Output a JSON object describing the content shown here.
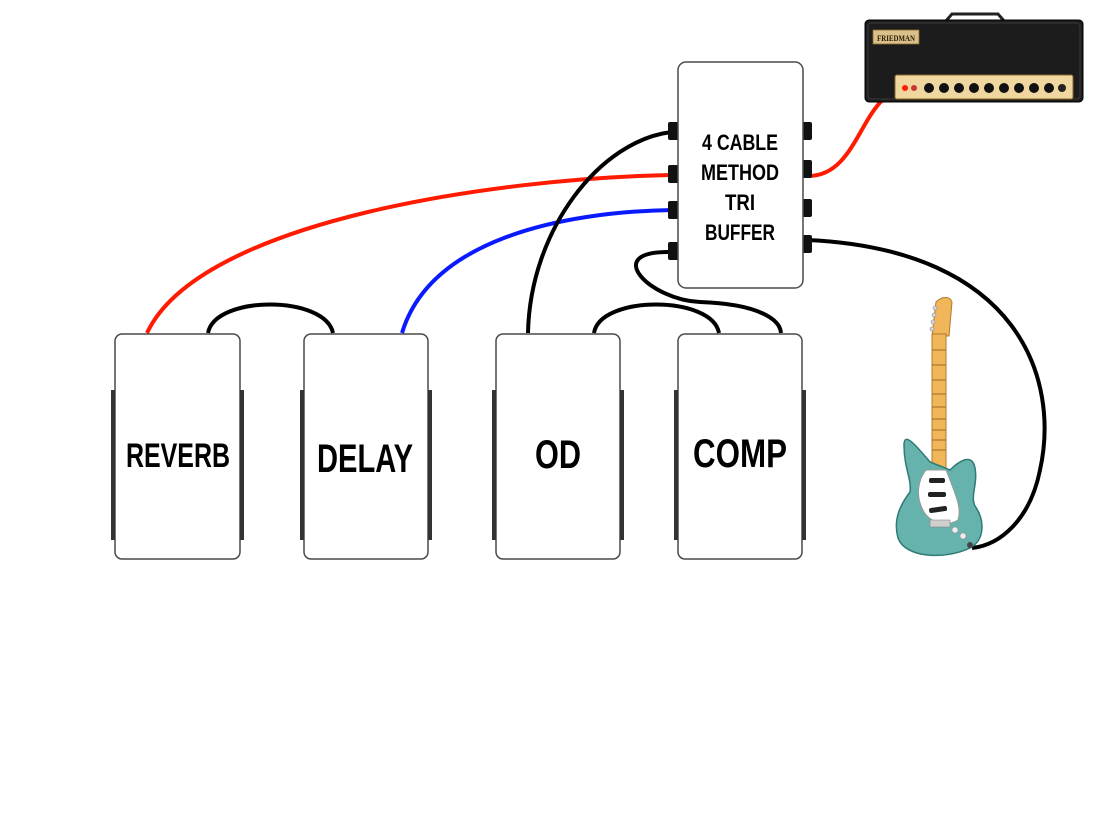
{
  "buffer": {
    "lines": [
      "4 CABLE",
      "METHOD",
      "TRI",
      "BUFFER"
    ]
  },
  "pedals": {
    "reverb": "REVERB",
    "delay": "DELAY",
    "od": "OD",
    "comp": "COMP"
  },
  "amp": {
    "brand": "FRIEDMAN"
  },
  "colors": {
    "cable_red": "#ff1a00",
    "cable_blue": "#0a1aff",
    "cable_black": "#000000",
    "amp_body": "#1c1c1c",
    "amp_panel": "#f0d7a0",
    "guitar_body": "#66b3ad",
    "guitar_neck": "#f2b65a"
  }
}
